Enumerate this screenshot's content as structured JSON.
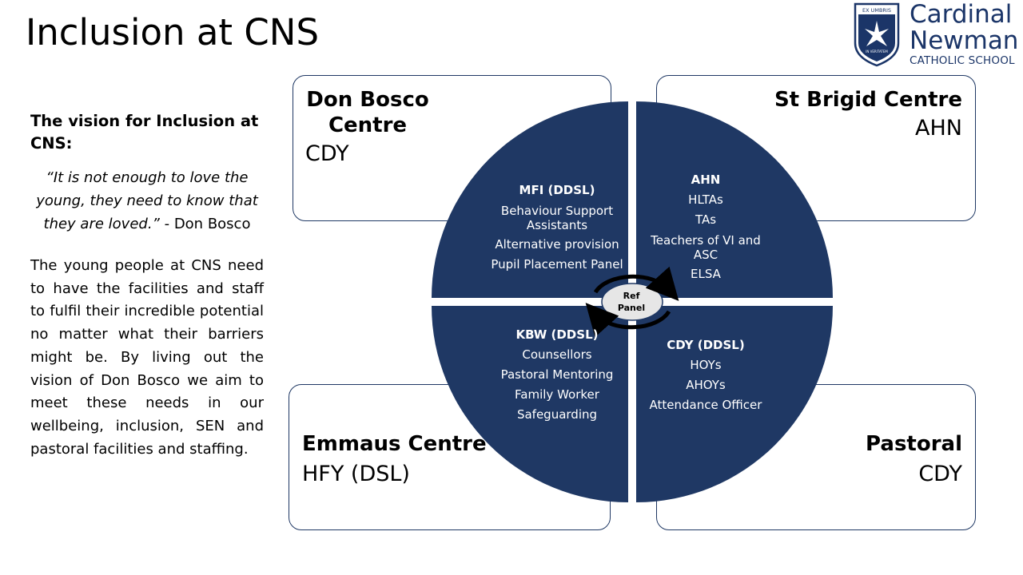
{
  "slide": {
    "title": "Inclusion at CNS"
  },
  "logo": {
    "shield_top": "EX UMBRIS",
    "shield_bottom": "IN VERITATEM",
    "name_line1": "Cardinal",
    "name_line2": "Newman",
    "name_line3": "CATHOLIC SCHOOL",
    "color": "#1b3568"
  },
  "vision": {
    "heading": "The vision for Inclusion at CNS:",
    "quote": "“It is not enough to love the young, they need to know that they are loved.”",
    "quote_attribution": " - Don Bosco",
    "body": "The young people at CNS need to have the facilities and staff to fulfil their incredible potential no matter what their barriers might be.  By living out the vision of Don Bosco we aim to meet these needs in our wellbeing, inclusion, SEN and pastoral facilities and staffing."
  },
  "centres": {
    "top_left": {
      "title_line1": "Don Bosco",
      "title_line2": "Centre",
      "lead": "CDY"
    },
    "top_right": {
      "title": "St Brigid Centre",
      "lead": "AHN"
    },
    "bottom_left": {
      "title": "Emmaus Centre",
      "lead": "HFY (DSL)"
    },
    "bottom_right": {
      "title": "Pastoral",
      "lead": "CDY"
    }
  },
  "quadrants": {
    "top_left": {
      "heading": "MFI (DDSL)",
      "items": [
        "Behaviour Support Assistants",
        "Alternative provision",
        "Pupil Placement Panel"
      ]
    },
    "top_right": {
      "heading": "AHN",
      "items": [
        "HLTAs",
        "TAs",
        "Teachers of VI and ASC",
        "ELSA"
      ]
    },
    "bottom_left": {
      "heading": "KBW (DDSL)",
      "items": [
        "Counsellors",
        "Pastoral Mentoring",
        "Family Worker",
        "Safeguarding"
      ]
    },
    "bottom_right": {
      "heading": "CDY (DDSL)",
      "items": [
        "HOYs",
        "AHOYs",
        "Attendance Officer"
      ]
    }
  },
  "center_hub": {
    "line1": "Ref",
    "line2": "Panel"
  },
  "colors": {
    "circle": "#1f3864",
    "box_border": "#1f3864",
    "hub_fill": "#e6e6e6"
  }
}
